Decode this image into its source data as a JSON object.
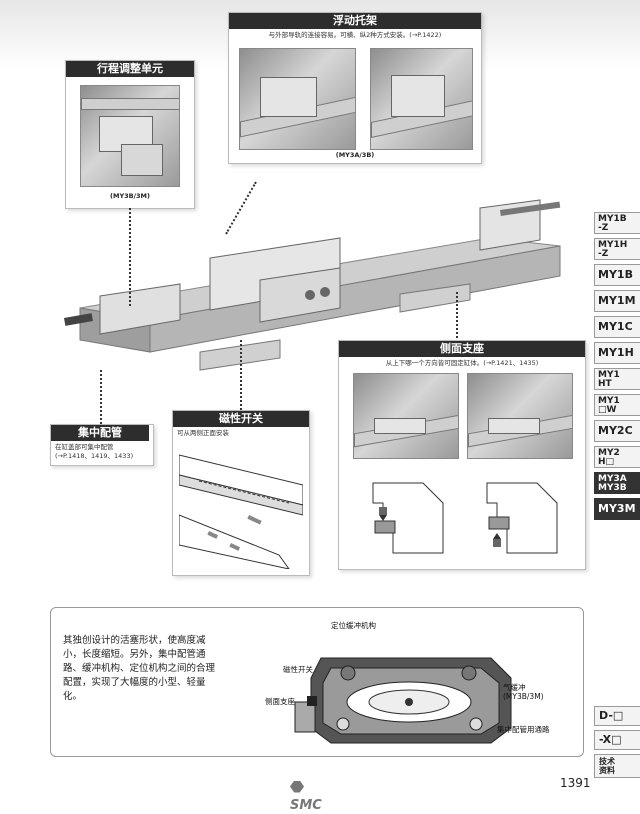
{
  "callouts": {
    "floating": {
      "title": "浮动托架",
      "desc": "与外部导轨的连接容易。可横、纵2种方式安装。(→P.1422)",
      "caption": "(MY3A/3B)"
    },
    "stroke": {
      "title": "行程调整单元",
      "caption": "(MY3B/3M)"
    },
    "side": {
      "title": "侧面支座",
      "desc": "从上下哪一个方向皆可固定缸体。(→P.1421、1435)"
    },
    "switch": {
      "title": "磁性开关",
      "desc": "可从两侧正面安装"
    },
    "piping": {
      "title": "集中配管",
      "desc1": "在缸盖部可集中配管",
      "desc2": "(→P.1418、1419、1433)"
    }
  },
  "sidebar": {
    "tabs": [
      {
        "label": "MY1B\n-Z"
      },
      {
        "label": "MY1H\n-Z"
      },
      {
        "label": "MY1B"
      },
      {
        "label": "MY1M"
      },
      {
        "label": "MY1C"
      },
      {
        "label": "MY1H"
      },
      {
        "label": "MY1\nHT"
      },
      {
        "label": "MY1\n□W"
      },
      {
        "label": "MY2C"
      },
      {
        "label": "MY2\nH□"
      },
      {
        "label": "MY3A\nMY3B"
      },
      {
        "label": "MY3M"
      }
    ]
  },
  "feature": {
    "text": "其独创设计的活塞形状，使高度减小，长度缩短。另外，集中配管通路、缓冲机构、定位机构之间的合理配置，实现了大幅度的小型、轻量化。",
    "labels": {
      "positioning": "定位缓冲机构",
      "switch": "磁性开关",
      "side_support": "侧面支座",
      "air_cushion": "气缓冲",
      "air_cushion_model": "(MY3B/3M)",
      "piping_path": "集中配管用通路"
    }
  },
  "bottom_tabs": [
    {
      "label": "D-□"
    },
    {
      "label": "-X□"
    },
    {
      "label": "技术\n资料"
    }
  ],
  "page_number": "1391",
  "brand": "SMC"
}
